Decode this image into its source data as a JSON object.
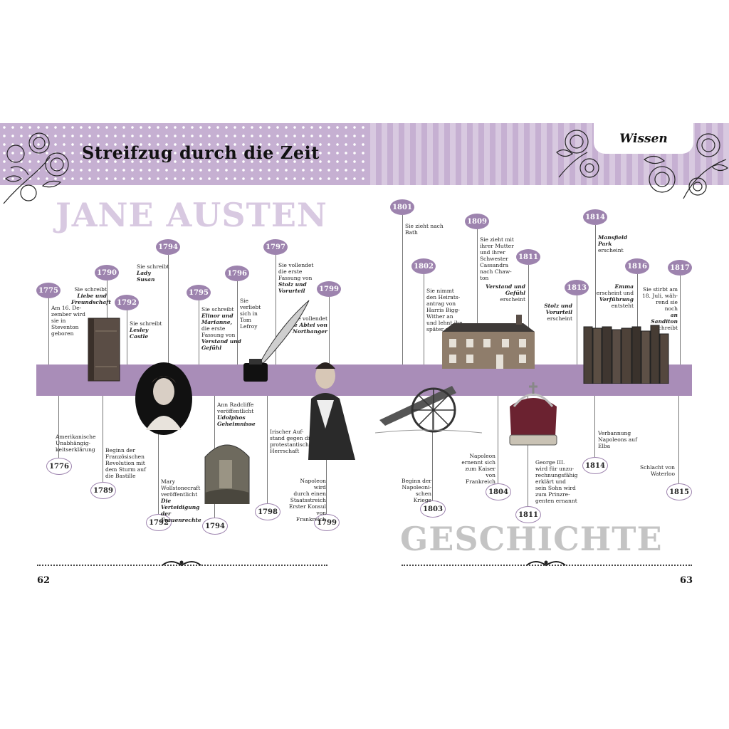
{
  "header": {
    "title": "Streifzug durch die Zeit",
    "tab": "Wissen"
  },
  "labels": {
    "austen": "JANE AUSTEN",
    "history": "GESCHICHTE"
  },
  "pages": {
    "left": "62",
    "right": "63"
  },
  "colors": {
    "band": "#a98db8",
    "badge": "#9d83ae",
    "banner": "#cbb7d6"
  },
  "austen_events": [
    {
      "year": "1775",
      "text": "Am 16. De-\nzember wird\nsie in\nSteventon\ngeboren"
    },
    {
      "year": "1790",
      "text": "Sie schreibt\nLiebe und\nFreundschaft"
    },
    {
      "year": "1792",
      "text": "Sie schreibt\nLesley\nCastle"
    },
    {
      "year": "1794",
      "text": "Sie schreibt\nLady Susan"
    },
    {
      "year": "1795",
      "text": "Sie schreibt\nElinor und\nMarianne,\ndie erste\nFassung von\nVerstand und\nGefühl"
    },
    {
      "year": "1796",
      "text": "Sie verliebt\nsich in Tom\nLefroy"
    },
    {
      "year": "1797",
      "text": "Sie vollendet\ndie erste\nFassung von\nStolz und\nVorurteil"
    },
    {
      "year": "1799",
      "text": "Sie vollendet\nDie Abtei von\nNorthanger"
    },
    {
      "year": "1801",
      "text": "Sie zieht nach\nBath"
    },
    {
      "year": "1802",
      "text": "Sie nimmt\nden Heirats-\nantrag von\nHarris Bigg-\nWither an\nund lehnt ihn\nspäter ab"
    },
    {
      "year": "1809",
      "text": "Sie zieht mit\nihrer Mutter\nund ihrer\nSchwester\nCassandra\nnach Chaw-\nton"
    },
    {
      "year": "1811",
      "text": "Verstand und\nGefühl\nerscheint"
    },
    {
      "year": "1813",
      "text": "Stolz und\nVorurteil\nerscheint"
    },
    {
      "year": "1814",
      "text": "Mansfield\nPark\nerscheint"
    },
    {
      "year": "1816",
      "text": "Emma\nerscheint und\nVerführung\nentsteht"
    },
    {
      "year": "1817",
      "text": "Sie stirbt am\n18. Juli, wäh-\nrend sie noch\nan Sanditon\nschreibt"
    }
  ],
  "history_events": [
    {
      "year": "1776",
      "text": "Amerikanische\nUnabhängig-\nkeitserklärung"
    },
    {
      "year": "1789",
      "text": "Beginn der\nFranzösischen\nRevolution mit\ndem Sturm auf\ndie Bastille"
    },
    {
      "year": "1792",
      "text": "Mary\nWollstonecraft\nveröffentlicht\nDie Verteidigung\nder Frauenrechte"
    },
    {
      "year": "1794",
      "text": "Ann Radcliffe\nveröffentlicht\nUdolphos\nGeheimnisse"
    },
    {
      "year": "1798",
      "text": "Irischer Auf-\nstand gegen die\nprotestantische\nHerrschaft"
    },
    {
      "year": "1799",
      "text": "Napoleon wird\ndurch einen\nStaatsstreich\nErster Konsul\nvon Frankreich"
    },
    {
      "year": "1803",
      "text": "Beginn der\nNapoleoni-\nschen Kriege"
    },
    {
      "year": "1804",
      "text": "Napoleon\nernennt sich\nzum Kaiser von\nFrankreich"
    },
    {
      "year": "1811",
      "text": "George III.\nwird für unzu-\nrechnungsfähig\nerklärt und\nsein Sohn wird\nzum Prinzre-\ngenten ernannt"
    },
    {
      "year": "1814",
      "text": "Verbannung\nNapoleons auf\nElba"
    },
    {
      "year": "1815",
      "text": "Schlacht von\nWaterloo"
    }
  ]
}
